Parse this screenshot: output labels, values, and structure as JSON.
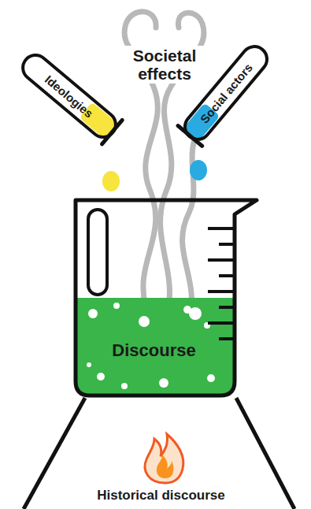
{
  "diagram": {
    "nodes": [
      {
        "text": [
          "Ideologies"
        ]
      },
      {
        "text": [
          "Social actors"
        ]
      },
      {
        "text": [
          "Discourse"
        ]
      },
      {
        "text": [
          "Historical discourse"
        ]
      }
    ],
    "labels": [
      "Societal effects"
    ]
  }
}
